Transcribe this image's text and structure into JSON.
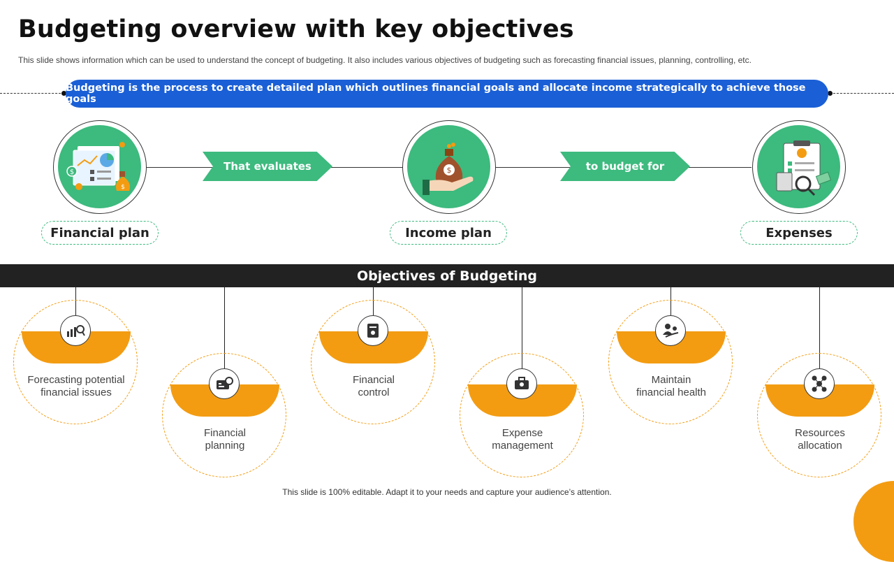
{
  "title": "Budgeting overview with key objectives",
  "subtitle": "This slide shows information which can be used to understand the concept of budgeting. It also includes various objectives of budgeting such as  forecasting financial issues, planning, controlling, etc.",
  "banner": "Budgeting is the process to create detailed plan which outlines financial goals and allocate income strategically to achieve those goals",
  "flow": {
    "nodes": [
      {
        "label": "Financial  plan",
        "icon": "financial-plan-icon"
      },
      {
        "label": "Income plan",
        "icon": "money-bag-hand-icon"
      },
      {
        "label": "Expenses",
        "icon": "expenses-clipboard-icon"
      }
    ],
    "arrows": [
      "That evaluates",
      "to budget for"
    ]
  },
  "objectives_title": "Objectives of Budgeting",
  "objectives": [
    {
      "line1": "Forecasting potential",
      "line2": "financial issues",
      "icon": "forecast-chart-icon"
    },
    {
      "line1": "Financial",
      "line2": "planning",
      "icon": "planning-gear-icon"
    },
    {
      "line1": "Financial",
      "line2": "control",
      "icon": "control-document-icon"
    },
    {
      "line1": "Expense",
      "line2": "management",
      "icon": "briefcase-icon"
    },
    {
      "line1": "Maintain",
      "line2": "financial health",
      "icon": "health-people-icon"
    },
    {
      "line1": "Resources",
      "line2": "allocation",
      "icon": "allocation-network-icon"
    }
  ],
  "footer": "This slide is 100% editable. Adapt it to your needs and capture your audience’s attention.",
  "colors": {
    "green": "#3dba7e",
    "blue": "#1a5fd6",
    "orange": "#f39c12",
    "dark": "#222222"
  }
}
